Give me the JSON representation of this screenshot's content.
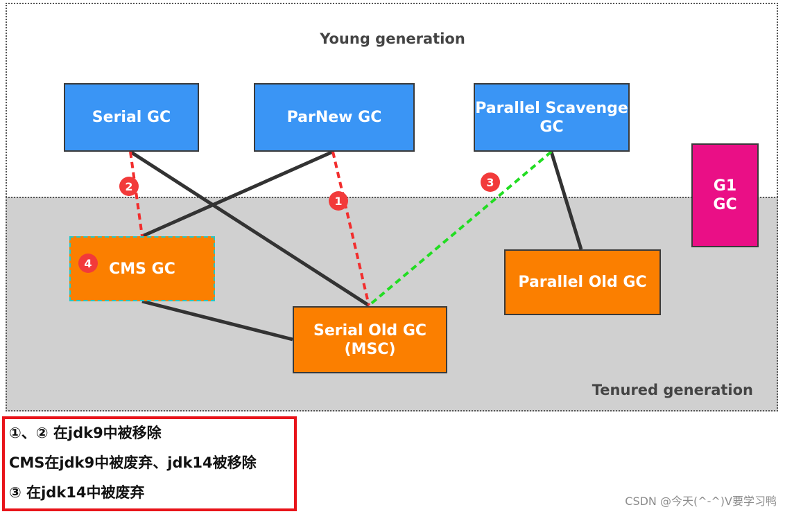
{
  "regions": {
    "young": "Young generation",
    "tenured": "Tenured generation"
  },
  "collectors": {
    "serial": "Serial GC",
    "parnew": "ParNew GC",
    "parallel_scavenge": "Parallel Scavenge\nGC",
    "g1": "G1\nGC",
    "cms": "CMS GC",
    "serial_old": "Serial Old GC\n(MSC)",
    "parallel_old": "Parallel Old GC"
  },
  "badges": [
    "2",
    "1",
    "3",
    "4"
  ],
  "notes": [
    "①、② 在jdk9中被移除",
    "CMS在jdk9中被废弃、jdk14被移除",
    "③ 在jdk14中被废弃"
  ],
  "watermark": "CSDN @今天(^-^)V要学习鸭",
  "colors": {
    "young_box": "#3a95f5",
    "tenured_box": "#fb7f00",
    "g1_box": "#ea0f86",
    "removed_link": "#f22d2d",
    "deprecated_link": "#22dd22",
    "normal_link": "#333333",
    "notes_border": "#e8141a"
  }
}
